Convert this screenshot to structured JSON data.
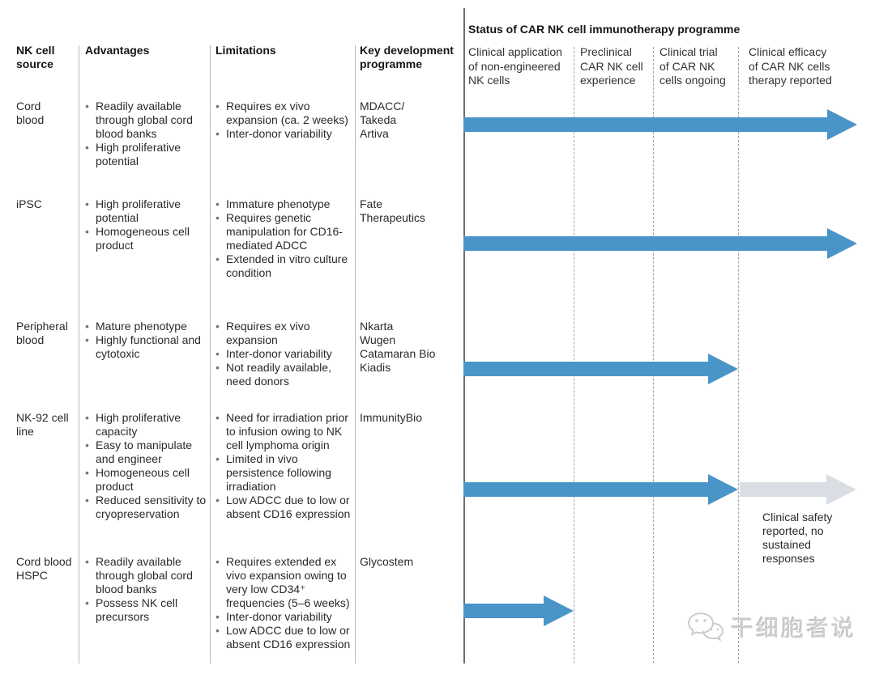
{
  "status_title": "Status of CAR NK cell immunotherapy programme",
  "headers": {
    "source": "NK cell\nsource",
    "advantages": "Advantages",
    "limitations": "Limitations",
    "programme": "Key development\nprogramme"
  },
  "status_headers": [
    "Clinical application\nof non-engineered\nNK cells",
    "Preclinical\nCAR NK cell\nexperience",
    "Clinical trial\nof CAR NK\ncells ongoing",
    "Clinical efficacy\nof CAR NK cells\ntherapy reported"
  ],
  "rows": [
    {
      "source": "Cord\nblood",
      "advantages": [
        "Readily available through global cord blood banks",
        "High proliferative potential"
      ],
      "limitations": [
        "Requires ex vivo expansion (ca. 2 weeks)",
        "Inter-donor variability"
      ],
      "programme": "MDACC/\nTakeda\nArtiva",
      "arrows": [
        {
          "color": "blue",
          "reaches": "Clinical efficacy of CAR NK cells therapy reported"
        }
      ]
    },
    {
      "source": "iPSC",
      "advantages": [
        "High proliferative potential",
        "Homogeneous cell product"
      ],
      "limitations": [
        "Immature phenotype",
        "Requires genetic manipulation for CD16-mediated ADCC",
        "Extended in vitro culture condition"
      ],
      "programme": "Fate\nTherapeutics",
      "arrows": [
        {
          "color": "blue",
          "reaches": "Clinical efficacy of CAR NK cells therapy reported"
        }
      ]
    },
    {
      "source": "Peripheral\nblood",
      "advantages": [
        "Mature phenotype",
        "Highly functional and cytotoxic"
      ],
      "limitations": [
        "Requires ex vivo expansion",
        "Inter-donor variability",
        "Not readily available, need donors"
      ],
      "programme": "Nkarta\nWugen\nCatamaran Bio\nKiadis",
      "arrows": [
        {
          "color": "blue",
          "reaches": "Clinical trial of CAR NK cells ongoing"
        }
      ]
    },
    {
      "source": "NK-92 cell\nline",
      "advantages": [
        "High proliferative capacity",
        "Easy to manipulate and engineer",
        "Homogeneous cell product",
        "Reduced sensitivity to cryopreservation"
      ],
      "limitations": [
        "Need for irradiation prior to infusion owing to NK cell lymphoma origin",
        "Limited in vivo persistence following irradiation",
        "Low ADCC due to low or absent CD16 expression"
      ],
      "programme": "ImmunityBio",
      "arrows": [
        {
          "color": "blue",
          "reaches": "Clinical trial of CAR NK cells ongoing"
        },
        {
          "color": "grey",
          "reaches": "Clinical efficacy of CAR NK cells therapy reported"
        }
      ],
      "annotation": "Clinical safety\nreported, no\nsustained\nresponses"
    },
    {
      "source": "Cord blood\nHSPC",
      "advantages": [
        "Readily available through global cord blood banks",
        "Possess NK cell precursors"
      ],
      "limitations": [
        "Requires extended ex vivo expansion owing to very low CD34⁺ frequencies (5–6 weeks)",
        "Inter-donor variability",
        "Low ADCC due to low or absent CD16 expression"
      ],
      "programme": "Glycostem",
      "arrows": [
        {
          "color": "blue",
          "reaches": "Clinical application of non-engineered NK cells"
        }
      ]
    }
  ],
  "watermark": {
    "text": "干细胞者说",
    "icon": "wechat-icon"
  },
  "colors": {
    "arrow_blue": "#4a95c8",
    "arrow_grey": "#d9dde4"
  }
}
